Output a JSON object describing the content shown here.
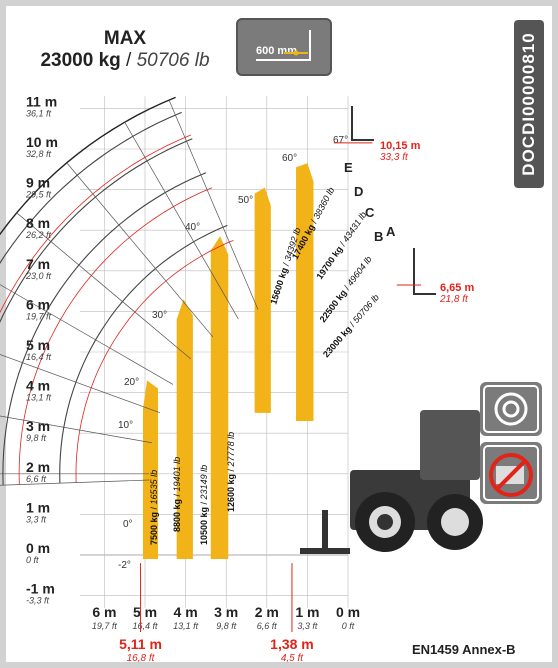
{
  "title": {
    "line1": "MAX",
    "weight_kg": "23000 kg",
    "separator": " / ",
    "weight_lb": "50706 lb"
  },
  "badge_600": {
    "label": "600 mm"
  },
  "doc_code": "DOCDI00000810",
  "standard": "EN1459 Annex-B",
  "y_axis": [
    {
      "m": "11 m",
      "ft": "36,1 ft"
    },
    {
      "m": "10 m",
      "ft": "32,8 ft"
    },
    {
      "m": "9 m",
      "ft": "29,5 ft"
    },
    {
      "m": "8 m",
      "ft": "26,2 ft"
    },
    {
      "m": "7 m",
      "ft": "23,0 ft"
    },
    {
      "m": "6 m",
      "ft": "19,7 ft"
    },
    {
      "m": "5 m",
      "ft": "16,4 ft"
    },
    {
      "m": "4 m",
      "ft": "13,1 ft"
    },
    {
      "m": "3 m",
      "ft": "9,8 ft"
    },
    {
      "m": "2 m",
      "ft": "6,6 ft"
    },
    {
      "m": "1 m",
      "ft": "3,3 ft"
    },
    {
      "m": "0 m",
      "ft": "0 ft"
    },
    {
      "m": "-1 m",
      "ft": "-3,3 ft"
    }
  ],
  "x_axis": [
    {
      "m": "6 m",
      "ft": "19,7 ft"
    },
    {
      "m": "5 m",
      "ft": "16,4 ft"
    },
    {
      "m": "4 m",
      "ft": "13,1 ft"
    },
    {
      "m": "3 m",
      "ft": "9,8 ft"
    },
    {
      "m": "2 m",
      "ft": "6,6 ft"
    },
    {
      "m": "1 m",
      "ft": "3,3 ft"
    },
    {
      "m": "0 m",
      "ft": "0 ft"
    }
  ],
  "angles": [
    "67°",
    "60°",
    "50°",
    "40°",
    "30°",
    "20°",
    "10°",
    "0°",
    "-2°"
  ],
  "extension_letters": [
    "E",
    "D",
    "C",
    "B",
    "A"
  ],
  "max_height": {
    "m": "10,15 m",
    "ft": "33,3 ft"
  },
  "reach_a": {
    "m": "6,65 m",
    "ft": "21,8 ft"
  },
  "max_reach": {
    "m": "5,11 m",
    "ft": "16,8 ft"
  },
  "min_reach": {
    "m": "1,38 m",
    "ft": "4,5 ft"
  },
  "loads": [
    {
      "kg": "7500 kg",
      "lb": "16535 lb"
    },
    {
      "kg": "8800 kg",
      "lb": "19401 lb"
    },
    {
      "kg": "10500 kg",
      "lb": "23149 lb"
    },
    {
      "kg": "12600 kg",
      "lb": "27778 lb"
    },
    {
      "kg": "15600 kg",
      "lb": "34392 lb"
    },
    {
      "kg": "17400 kg",
      "lb": "38360 lb"
    },
    {
      "kg": "19700 kg",
      "lb": "43431 lb"
    },
    {
      "kg": "22500 kg",
      "lb": "49604 lb"
    },
    {
      "kg": "23000 kg",
      "lb": "50706 lb"
    }
  ],
  "colors": {
    "band": "#f2b318",
    "red": "#e2231a",
    "grid": "#bbbbbb",
    "badge": "#7b7b7b",
    "dark": "#555555"
  }
}
